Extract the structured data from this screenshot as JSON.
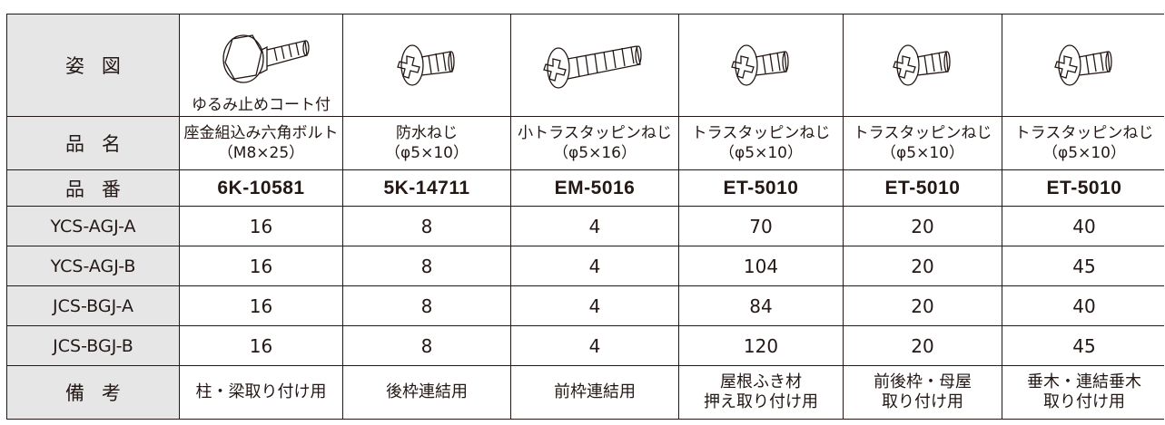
{
  "table": {
    "row_headers": {
      "figure": "姿図",
      "name": "品名",
      "code": "品番",
      "notes": "備考"
    },
    "columns": [
      {
        "icon": "hex-bolt-icon",
        "figure_note": "ゆるみ止めコート付",
        "name_1": "座金組込み六角ボルト",
        "name_2": "（M8×25）",
        "code": "6K-10581",
        "note_1": "柱・梁取り付け用",
        "note_2": ""
      },
      {
        "icon": "phillips-screw-icon",
        "figure_note": "",
        "name_1": "防水ねじ",
        "name_2": "（φ5×10）",
        "code": "5K-14711",
        "note_1": "後枠連結用",
        "note_2": ""
      },
      {
        "icon": "long-truss-screw-icon",
        "figure_note": "",
        "name_1": "小トラスタッピンねじ",
        "name_2": "（φ5×16）",
        "code": "EM-5016",
        "note_1": "前枠連結用",
        "note_2": ""
      },
      {
        "icon": "phillips-screw-icon",
        "figure_note": "",
        "name_1": "トラスタッピンねじ",
        "name_2": "（φ5×10）",
        "code": "ET-5010",
        "note_1": "屋根ふき材",
        "note_2": "押え取り付け用"
      },
      {
        "icon": "phillips-screw-icon",
        "figure_note": "",
        "name_1": "トラスタッピンねじ",
        "name_2": "（φ5×10）",
        "code": "ET-5010",
        "note_1": "前後枠・母屋",
        "note_2": "取り付け用"
      },
      {
        "icon": "phillips-screw-icon",
        "figure_note": "",
        "name_1": "トラスタッピンねじ",
        "name_2": "（φ5×10）",
        "code": "ET-5010",
        "note_1": "垂木・連結垂木",
        "note_2": "取り付け用"
      }
    ],
    "models": [
      {
        "model": "YCS-AGJ-A",
        "qty": [
          "16",
          "8",
          "4",
          "70",
          "20",
          "40"
        ]
      },
      {
        "model": "YCS-AGJ-B",
        "qty": [
          "16",
          "8",
          "4",
          "104",
          "20",
          "45"
        ]
      },
      {
        "model": "JCS-BGJ-A",
        "qty": [
          "16",
          "8",
          "4",
          "84",
          "20",
          "40"
        ]
      },
      {
        "model": "JCS-BGJ-B",
        "qty": [
          "16",
          "8",
          "4",
          "120",
          "20",
          "45"
        ]
      }
    ]
  }
}
